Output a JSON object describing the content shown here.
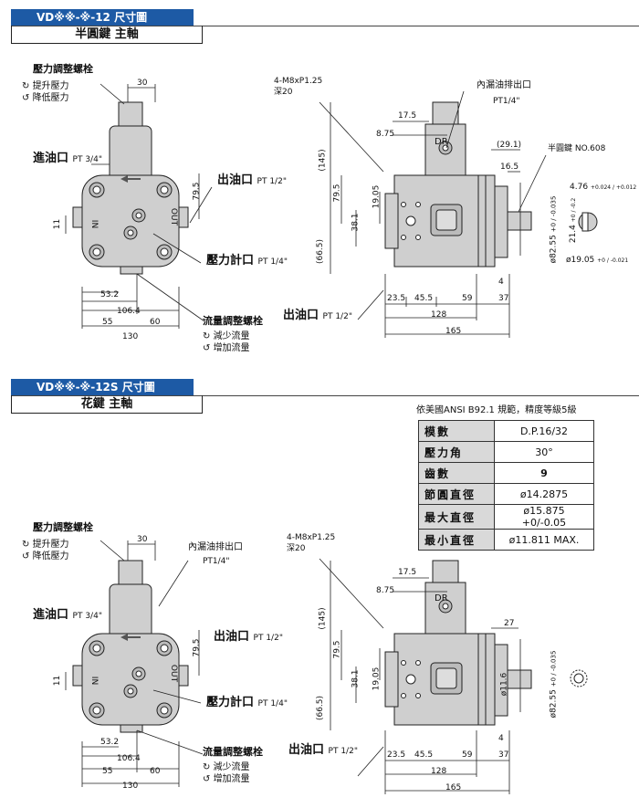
{
  "section1": {
    "title": "VD※※-※-12 尺寸圖",
    "subtitle": "半圓鍵 主軸",
    "pressure_screw": "壓力調整螺栓",
    "pressure_up": "提升壓力",
    "pressure_down": "降低壓力",
    "inlet": "進油口",
    "inlet_size": "PT 3/4\"",
    "outlet": "出油口",
    "outlet_size": "PT 1/2\"",
    "gauge": "壓力計口",
    "gauge_size": "PT 1/4\"",
    "flow_screw": "流量調整螺栓",
    "flow_down": "減少流量",
    "flow_up": "增加流量",
    "tap": "4-M8xP1.25",
    "tap_depth": "深20",
    "drain": "內漏油排出口",
    "drain_size": "PT1/4\"",
    "key": "半圓鍵 NO.608",
    "dr": "DR",
    "in": "IN",
    "out": "OUT",
    "dims": {
      "d30": "30",
      "d11": "11",
      "d79_5": "79.5",
      "d53_2": "53.2",
      "d106_4": "106.4",
      "d55": "55",
      "d60": "60",
      "d130": "130",
      "d17_5": "17.5",
      "d8_75": "8.75",
      "d145": "(145)",
      "d19_05": "19.05",
      "d38_1": "38.1",
      "d66_5": "(66.5)",
      "d29_1": "(29.1)",
      "d16_5": "16.5",
      "d82_55": "ø82.55",
      "d23_5": "23.5",
      "d45_5": "45.5",
      "d59": "59",
      "d37": "37",
      "d4": "4",
      "d128": "128",
      "d165": "165",
      "d4_76": "4.76",
      "d4_76_tol": "+0.024 / +0.012",
      "d21_4": "21.4",
      "d19_05_shaft": "ø19.05",
      "tol_shaft": "+0 / -0.021",
      "tol_82": "+0 / -0.035",
      "tol_21": "+0 / -0.2"
    }
  },
  "section2": {
    "title": "VD※※-※-12S 尺寸圖",
    "subtitle": "花鍵 主軸",
    "spec_note": "依美國ANSI B92.1 規範，精度等級5級",
    "spec": [
      {
        "k": "模數",
        "v": "D.P.16/32"
      },
      {
        "k": "壓力角",
        "v": "30°"
      },
      {
        "k": "齒數",
        "v": "9"
      },
      {
        "k": "節圓直徑",
        "v": "ø14.2875"
      },
      {
        "k": "最大直徑",
        "v": "ø15.875 +0/-0.05"
      },
      {
        "k": "最小直徑",
        "v": "ø11.811 MAX."
      }
    ],
    "d27": "27",
    "d11_6": "ø11.6"
  },
  "colors": {
    "header": "#1d5aa5",
    "body": "#cfcfcf",
    "line": "#222222"
  }
}
